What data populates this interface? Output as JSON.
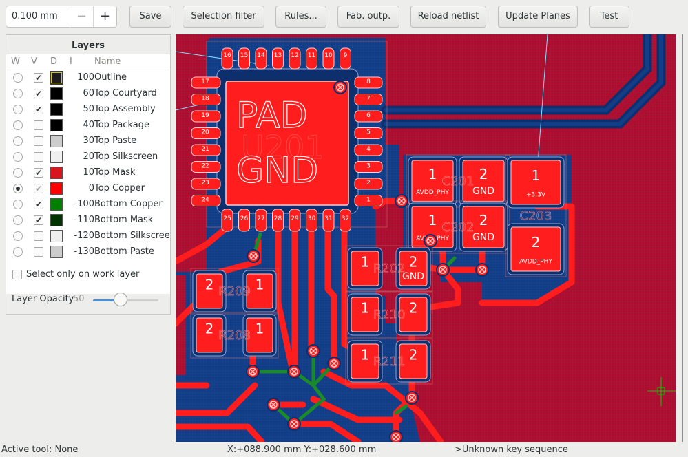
{
  "toolbar": {
    "grid_value": "0.100 mm",
    "minus": "−",
    "plus": "+",
    "buttons": [
      "Save",
      "Selection filter",
      "Rules...",
      "Fab. outp.",
      "Reload netlist",
      "Update Planes",
      "Test"
    ]
  },
  "layers_panel": {
    "title": "Layers",
    "headers": {
      "w": "W",
      "v": "V",
      "d": "D",
      "i": "I",
      "name": "Name"
    },
    "rows": [
      {
        "index": "100",
        "name": "Outline",
        "color": "#1c1c1c",
        "work": false,
        "visible": true
      },
      {
        "index": "60",
        "name": "Top Courtyard",
        "color": "#000000",
        "work": false,
        "visible": true
      },
      {
        "index": "50",
        "name": "Top Assembly",
        "color": "#000000",
        "work": false,
        "visible": true
      },
      {
        "index": "40",
        "name": "Top Package",
        "color": "#000000",
        "work": false,
        "visible": false
      },
      {
        "index": "30",
        "name": "Top Paste",
        "color": "#cccccc",
        "work": false,
        "visible": false
      },
      {
        "index": "20",
        "name": "Top Silkscreen",
        "color": "#f0f0f0",
        "work": false,
        "visible": false
      },
      {
        "index": "10",
        "name": "Top Mask",
        "color": "#d8141c",
        "work": false,
        "visible": true
      },
      {
        "index": "0",
        "name": "Top Copper",
        "color": "#ff0000",
        "work": true,
        "visible": true
      },
      {
        "index": "-100",
        "name": "Bottom Copper",
        "color": "#008000",
        "work": false,
        "visible": true
      },
      {
        "index": "-110",
        "name": "Bottom Mask",
        "color": "#003300",
        "work": false,
        "visible": true
      },
      {
        "index": "-120",
        "name": "Bottom Silkscreen",
        "color": "#eeeeee",
        "work": false,
        "visible": false
      },
      {
        "index": "-130",
        "name": "Bottom Paste",
        "color": "#cccccc",
        "work": false,
        "visible": false
      }
    ],
    "select_only_label": "Select only on work layer",
    "opacity_label": "Layer Opacity",
    "opacity_value": "50"
  },
  "canvas": {
    "ic_text_line1": "PAD",
    "ic_text_line2": "GND",
    "ic_refdes": "U201",
    "top_pins": [
      "16",
      "15",
      "14",
      "13",
      "12",
      "11",
      "10",
      "9"
    ],
    "left_pins": [
      "17",
      "18",
      "19",
      "20",
      "21",
      "22",
      "23",
      "24"
    ],
    "bottom_pins": [
      "25",
      "26",
      "27",
      "28",
      "29",
      "30",
      "31",
      "32"
    ],
    "right_pins": [
      "8",
      "7",
      "6",
      "5",
      "4",
      "3",
      "2",
      "1"
    ],
    "components": [
      {
        "ref": "C201",
        "p1": "1",
        "p2": "2",
        "n1": "AVDD_PHY",
        "n2": "GND"
      },
      {
        "ref": "C202",
        "p1": "1",
        "p2": "2",
        "n1": "AVDD_PHY",
        "n2": "GND"
      },
      {
        "ref": "C203",
        "p1": "1",
        "p2": "2",
        "n1": "+3.3V",
        "n2": "AVDD_PHY"
      },
      {
        "ref": "R202",
        "p1": "1",
        "p2": "2",
        "n2": "GND"
      },
      {
        "ref": "R209",
        "p1": "2",
        "p2": "1"
      },
      {
        "ref": "R208",
        "p1": "2",
        "p2": "1"
      },
      {
        "ref": "R210",
        "p1": "1",
        "p2": "2"
      },
      {
        "ref": "R211",
        "p1": "1",
        "p2": "2"
      }
    ],
    "colors": {
      "plane": "#b00c2d",
      "bottom": "#123d87",
      "copper": "#ff1d1d",
      "via": "#ffcfcf",
      "grid": "#2a5aa0",
      "silk": "#dddddd",
      "airwire": "#7fe0ff",
      "cursor": "#00d000"
    }
  },
  "status": {
    "tool": "Active tool: None",
    "coords": "X:+088.900 mm Y:+028.600 mm",
    "message": ">Unknown key sequence"
  }
}
